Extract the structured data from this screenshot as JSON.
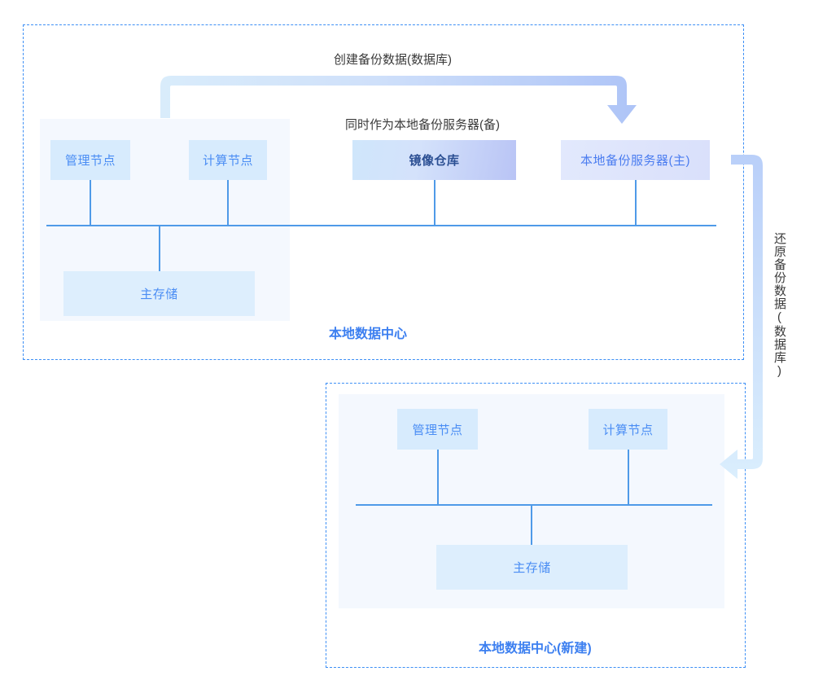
{
  "diagram": {
    "title_hidden": "",
    "colors": {
      "accent_blue": "#3d8ff5",
      "node_fill": "#d7ebfd",
      "panel_fill": "#f4f8fe",
      "arrow_fill": "#bcd2fa",
      "line_blue": "#4f9ae8",
      "label_text": "#3a3a3a",
      "node_text": "#4a8df4"
    }
  },
  "top_region": {
    "title": "本地数据中心",
    "nodes": {
      "management_node": "管理节点",
      "compute_node": "计算节点",
      "image_registry": "镜像仓库",
      "local_backup_server_primary": "本地备份服务器(主)",
      "primary_storage": "主存储"
    }
  },
  "bottom_region": {
    "title": "本地数据中心(新建)",
    "nodes": {
      "management_node": "管理节点",
      "compute_node": "计算节点",
      "primary_storage": "主存储"
    }
  },
  "flows": {
    "create_backup": "创建备份数据(数据库)",
    "also_acts_as_backup": "同时作为本地备份服务器(备)",
    "restore_backup": "还原备份数据(数据库)"
  },
  "icons": {
    "backup_arrow": "flow-arrow-right-down-icon",
    "restore_arrow": "flow-arrow-down-left-icon"
  }
}
